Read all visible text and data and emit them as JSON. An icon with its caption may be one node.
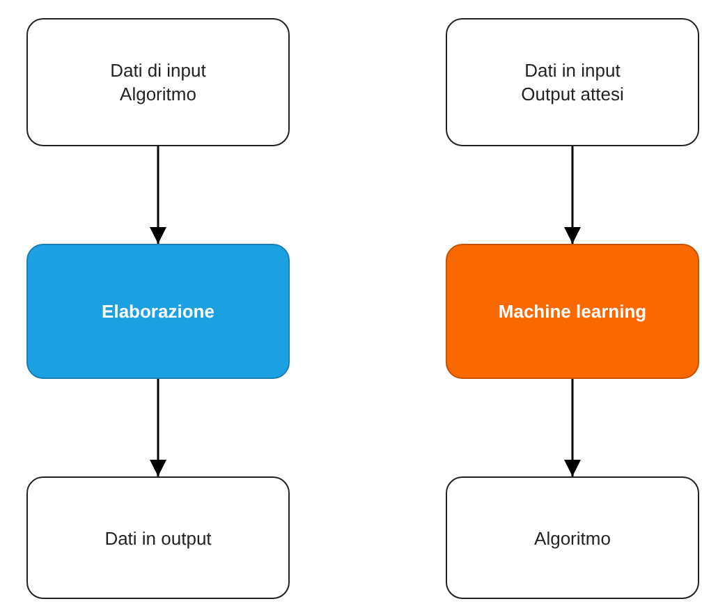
{
  "diagram": {
    "nodes": [
      {
        "text": [
          "Dati di input",
          "Algoritmo"
        ]
      },
      {
        "text": [
          "Elaborazione"
        ]
      },
      {
        "text": [
          "Dati in output"
        ]
      },
      {
        "text": [
          "Dati in input",
          "Output attesi"
        ]
      },
      {
        "text": [
          "Machine learning"
        ]
      },
      {
        "text": [
          "Algoritmo"
        ]
      }
    ],
    "edges": [
      {
        "from": 0,
        "to": 1,
        "arrow": "to"
      },
      {
        "from": 1,
        "to": 2,
        "arrow": "to"
      },
      {
        "from": 3,
        "to": 4,
        "arrow": "to"
      },
      {
        "from": 4,
        "to": 5,
        "arrow": "to"
      }
    ]
  }
}
